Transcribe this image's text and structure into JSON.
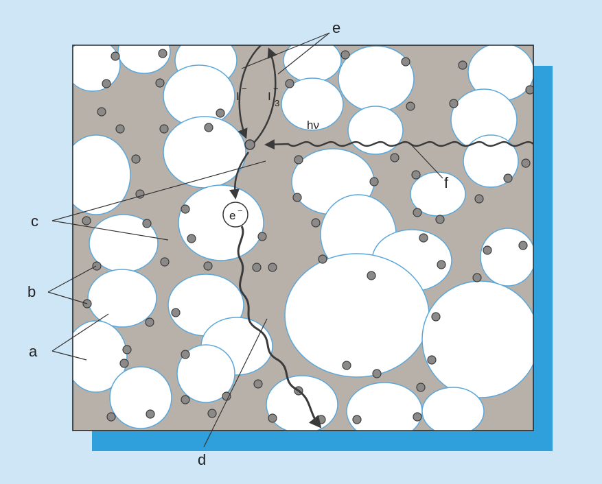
{
  "colors": {
    "background": "#cfe6f7",
    "shadow": "#2fa0dc",
    "matrix": "#b8b1aa",
    "particle_fill": "#ffffff",
    "particle_edge": "#5aa7da",
    "dye_fill": "#8c8a88",
    "path": "#3a3a3a"
  },
  "labels": {
    "a": "a",
    "b": "b",
    "c": "c",
    "d": "d",
    "e": "e",
    "f": "f",
    "hv": "hν",
    "iodide": "I",
    "iodide_charge": "−",
    "triiodide": "I",
    "triiodide_charge": "−",
    "triiodide_subscript": "3",
    "electron": "e",
    "electron_charge": "−"
  }
}
